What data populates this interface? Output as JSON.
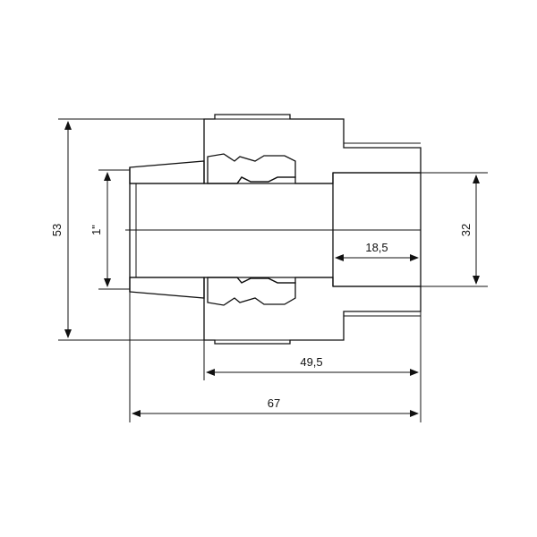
{
  "dimensions": {
    "overall_height": "53",
    "thread_size": "1\"",
    "socket_diameter": "32",
    "socket_depth": "18,5",
    "body_length": "49,5",
    "overall_length": "67"
  },
  "colors": {
    "line": "#111111",
    "background": "#ffffff"
  }
}
